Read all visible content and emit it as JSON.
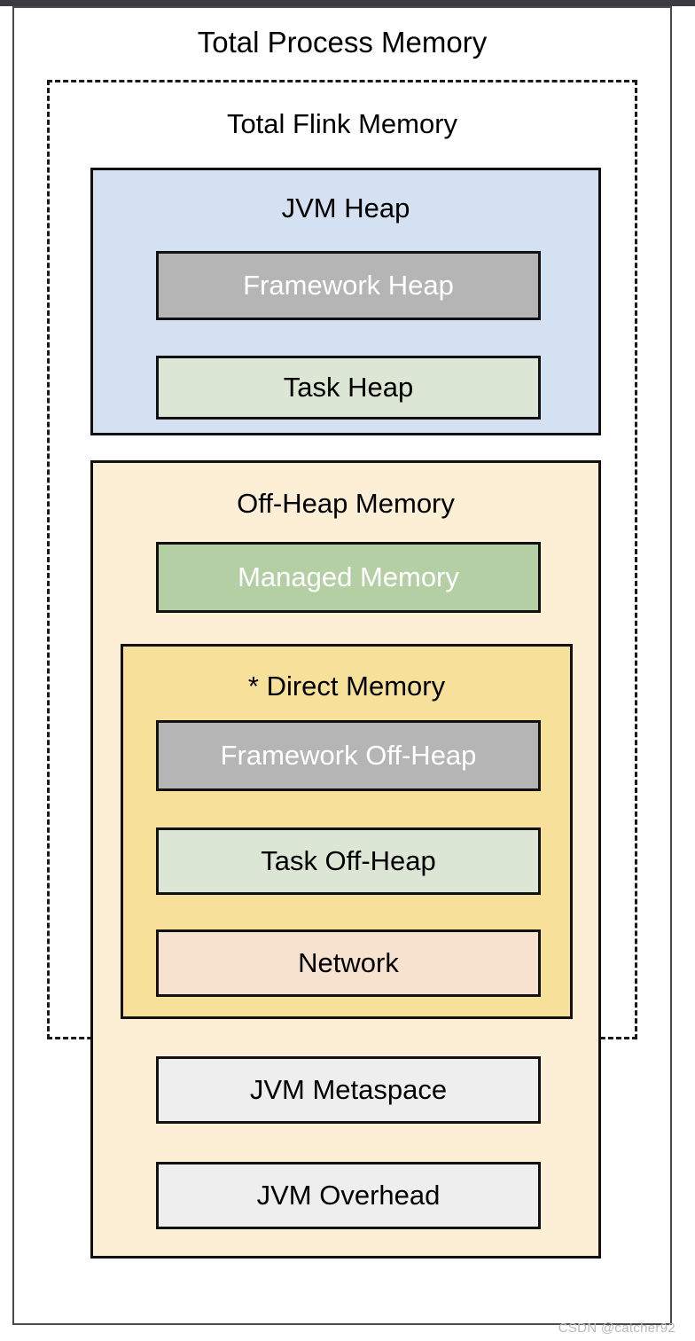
{
  "diagram": {
    "outer": {
      "label": "Total Process Memory",
      "border_style": "solid",
      "border_color": "#4a4a4a",
      "background": "#ffffff"
    },
    "flink": {
      "label": "Total Flink Memory",
      "border_style": "dashed",
      "border_color": "#1a1a1a",
      "background": "transparent"
    },
    "groups": [
      {
        "name": "jvm-heap",
        "label": "JVM Heap",
        "background": "#d4e1f2",
        "children": [
          {
            "name": "framework-heap",
            "label": "Framework Heap",
            "background": "#b5b5b5",
            "text_color": "#ffffff"
          },
          {
            "name": "task-heap",
            "label": "Task Heap",
            "background": "#dce6d4",
            "text_color": "#000000"
          }
        ]
      },
      {
        "name": "off-heap-memory",
        "label": "Off-Heap Memory",
        "background": "#fcefd5",
        "children": [
          {
            "name": "managed-memory",
            "label": "Managed Memory",
            "background": "#b5cfa5",
            "text_color": "#ffffff"
          }
        ],
        "nested_group": {
          "name": "direct-memory",
          "label": "* Direct Memory",
          "background": "#f7e09a",
          "children": [
            {
              "name": "framework-off-heap",
              "label": "Framework Off-Heap",
              "background": "#b5b5b5",
              "text_color": "#ffffff"
            },
            {
              "name": "task-off-heap",
              "label": "Task Off-Heap",
              "background": "#dce6d4",
              "text_color": "#000000"
            },
            {
              "name": "network",
              "label": "Network",
              "background": "#f7e2d0",
              "text_color": "#000000"
            }
          ]
        },
        "trailing_children": [
          {
            "name": "jvm-metaspace",
            "label": "JVM Metaspace",
            "background": "#eeeeee",
            "text_color": "#000000"
          },
          {
            "name": "jvm-overhead",
            "label": "JVM Overhead",
            "background": "#eeeeee",
            "text_color": "#000000"
          }
        ]
      }
    ]
  },
  "watermark": {
    "text": "CSDN @catcher92"
  }
}
